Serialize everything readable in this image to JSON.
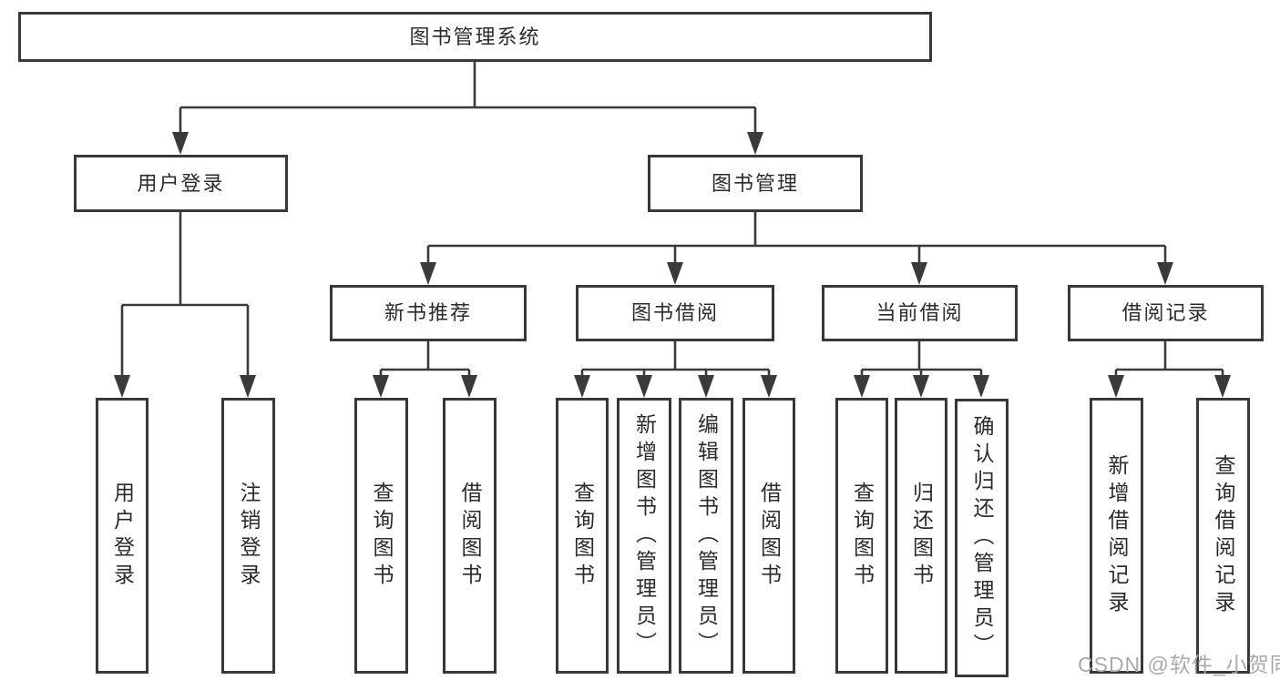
{
  "tree": {
    "label": "图书管理系统",
    "children": [
      {
        "label": "用户登录",
        "children": [
          {
            "label": "用户登录"
          },
          {
            "label": "注销登录"
          }
        ]
      },
      {
        "label": "图书管理",
        "children": [
          {
            "label": "新书推荐",
            "children": [
              {
                "label": "查询图书"
              },
              {
                "label": "借阅图书"
              }
            ]
          },
          {
            "label": "图书借阅",
            "children": [
              {
                "label": "查询图书"
              },
              {
                "label": "新增图书（管理员）"
              },
              {
                "label": "编辑图书（管理员）"
              },
              {
                "label": "借阅图书"
              }
            ]
          },
          {
            "label": "当前借阅",
            "children": [
              {
                "label": "查询图书"
              },
              {
                "label": "归还图书"
              },
              {
                "label": "确认归还（管理员）"
              }
            ]
          },
          {
            "label": "借阅记录",
            "children": [
              {
                "label": "新增借阅记录"
              },
              {
                "label": "查询借阅记录"
              }
            ]
          }
        ]
      }
    ]
  },
  "watermark": "CSDN @软件_小贺同学",
  "colors": {
    "line": "#3a3a3c",
    "border": "#38383a",
    "text": "#2b2b2d",
    "watermark": "#a9aaaf",
    "background": "#ffffff"
  }
}
